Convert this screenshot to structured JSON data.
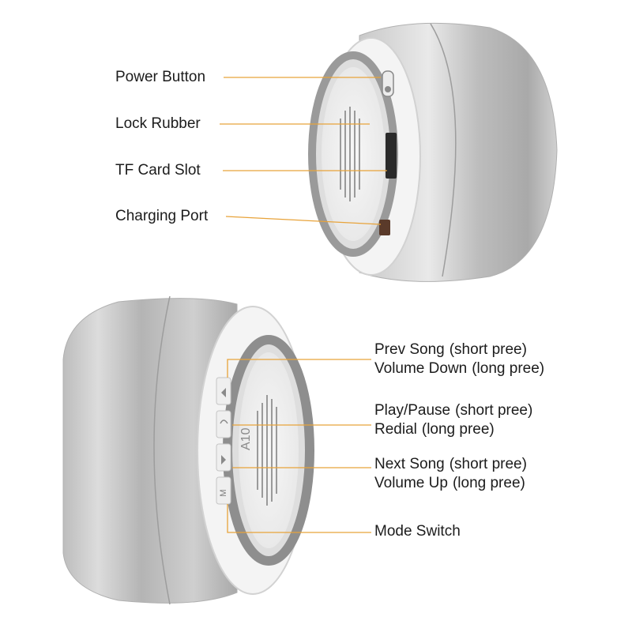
{
  "top_labels": {
    "power_button": "Power Button",
    "lock_rubber": "Lock Rubber",
    "tf_card_slot": "TF Card Slot",
    "charging_port": "Charging Port"
  },
  "bottom_labels": {
    "prev_song": "Prev Song",
    "prev_song_note": "(short pree)",
    "volume_down": "Volume Down",
    "volume_down_note": "(long pree)",
    "play_pause": "Play/Pause",
    "play_pause_note": "(short pree)",
    "redial": "Redial",
    "redial_note": "(long pree)",
    "next_song": "Next Song",
    "next_song_note": "(short pree)",
    "volume_up": "Volume Up",
    "volume_up_note": "(long pree)",
    "mode_switch": "Mode Switch"
  },
  "device_text": {
    "model": "A10",
    "mode_key": "M"
  },
  "colors": {
    "leader_line": "#e8a33a",
    "text": "#1c1c1c",
    "metal": "#b9b9b9",
    "rubber_ring": "#8e8e8e"
  }
}
